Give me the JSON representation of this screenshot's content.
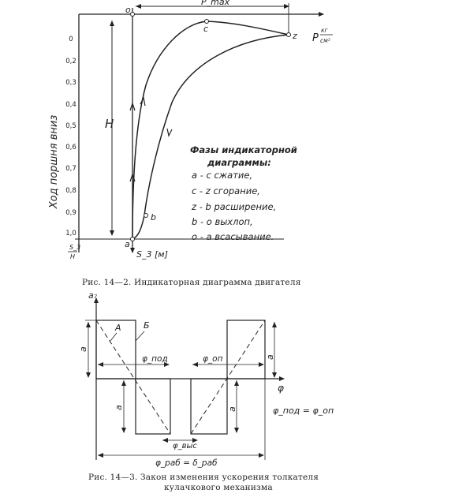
{
  "figure1": {
    "label_o": "o",
    "label_pmax": "P_max",
    "label_c": "c",
    "label_z": "z",
    "label_p": "P",
    "label_p_unit_num": "кг",
    "label_p_unit_den": "см²",
    "label_H": "H",
    "label_b": "b",
    "label_a": "a",
    "label_s": "S_3 [м]",
    "y_axis_title": "Ход поршня вниз",
    "y_axis_bottom_num": "S_3",
    "y_axis_bottom_den": "H",
    "y_ticks": [
      "0",
      "0,2",
      "0,3",
      "0,4",
      "0,5",
      "0,6",
      "0,7",
      "0,8",
      "0,9",
      "1,0"
    ],
    "legend_title_1": "Фазы индикаторной",
    "legend_title_2": "диаграммы:",
    "legend_items": [
      "a - c   сжатие,",
      "c - z   сгорание,",
      "z - b   расширение,",
      "b - o   выхлоп,",
      "o - a   всасывание."
    ],
    "caption": "Рис. 14—2. Индикаторная диаграмма двигателя"
  },
  "figure2": {
    "label_a_top": "a₇",
    "label_A": "А",
    "label_B": "Б",
    "label_a_left": "a",
    "label_a_right": "a",
    "label_a_mid_left": "a",
    "label_a_mid_right": "a",
    "label_phi_pod": "φ_под",
    "label_phi_op": "φ_оп",
    "label_phi_axis": "φ",
    "label_phi_vys": "φ_выс",
    "label_phi_rab": "φ_раб = δ_раб",
    "label_eq": "φ_под = φ_оп",
    "caption_1": "Рис. 14—3. Закон изменения ускорения толкателя",
    "caption_2": "кулачкового механизма"
  }
}
